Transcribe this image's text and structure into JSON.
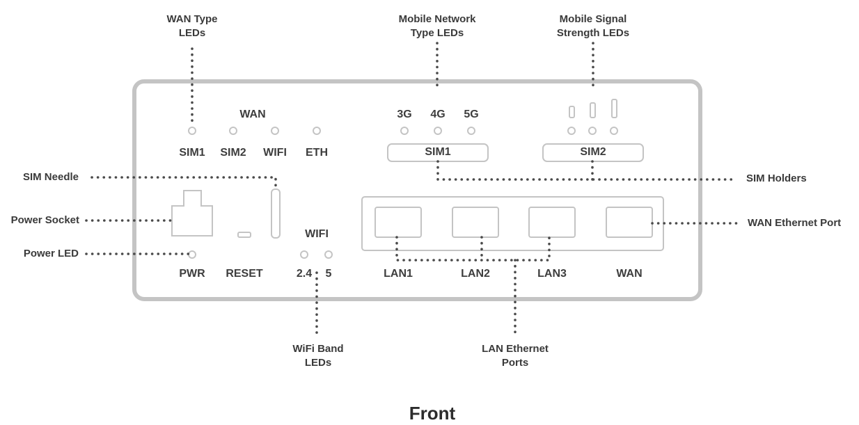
{
  "callouts": {
    "wan_type_leds": [
      "WAN Type",
      "LEDs"
    ],
    "mobile_network_type_leds": [
      "Mobile Network",
      "Type LEDs"
    ],
    "mobile_signal_strength_leds": [
      "Mobile Signal",
      "Strength LEDs"
    ],
    "sim_needle": "SIM Needle",
    "power_socket": "Power Socket",
    "power_led": "Power LED",
    "sim_holders": "SIM Holders",
    "wan_ethernet_port": "WAN Ethernet Port",
    "wifi_band_leds": [
      "WiFi Band",
      "LEDs"
    ],
    "lan_ethernet_ports": [
      "LAN Ethernet",
      "Ports"
    ]
  },
  "panel": {
    "wan_header": "WAN",
    "wan_leds": [
      "SIM1",
      "SIM2",
      "WIFI",
      "ETH"
    ],
    "network_types": [
      "3G",
      "4G",
      "5G"
    ],
    "sim1_holder": "SIM1",
    "sim2_holder": "SIM2",
    "wifi_header": "WIFI",
    "wifi_bands": [
      "2.4",
      "5"
    ],
    "pwr": "PWR",
    "reset": "RESET",
    "ports": [
      "LAN1",
      "LAN2",
      "LAN3",
      "WAN"
    ]
  },
  "caption": "Front",
  "colors": {
    "outline": "#c4c4c4",
    "leader_dots": "#4a4a4a",
    "text": "#3a3a3a"
  }
}
